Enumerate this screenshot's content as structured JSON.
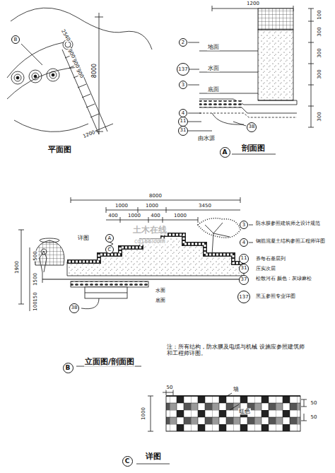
{
  "diagram": {
    "nodes": [
      {
        "text": [
          "B"
        ]
      },
      {
        "text": [
          "2"
        ]
      },
      {
        "text": [
          "137"
        ]
      },
      {
        "text": [
          "3"
        ]
      },
      {
        "text": [
          "4"
        ]
      },
      {
        "text": [
          "11"
        ]
      },
      {
        "text": [
          "31"
        ]
      },
      {
        "text": [
          "38"
        ]
      },
      {
        "text": [
          "A"
        ]
      },
      {
        "text": [
          "A"
        ]
      },
      {
        "text": [
          "C"
        ]
      },
      {
        "text": [
          "38"
        ]
      },
      {
        "text": [
          "3"
        ]
      },
      {
        "text": [
          "4"
        ]
      },
      {
        "text": [
          "11"
        ]
      },
      {
        "text": [
          "31"
        ]
      },
      {
        "text": [
          "37"
        ]
      },
      {
        "text": [
          "137"
        ]
      },
      {
        "text": [
          "B"
        ]
      },
      {
        "text": [
          "C"
        ]
      }
    ],
    "labels": [
      "8000",
      "2540",
      "900",
      "900",
      "900",
      "1200",
      "平面图",
      "1200",
      "100",
      "300",
      "300",
      "300",
      "300",
      "地面",
      "水面",
      "底面",
      "由水源",
      "剖面图",
      "8000",
      "1000",
      "1000",
      "3450",
      "400",
      "1000",
      "400",
      "1000",
      "1900",
      "500",
      "1500",
      "150",
      "100",
      "详图",
      "水面",
      "底面",
      "防水膜参照建筑师之设计规范",
      "钢筋混凝土结构参照工程师详图",
      "券每石基层列",
      "压实次层",
      "松散河石 颜色：灰绿麻松",
      "黑玉参照专业详图",
      "立面图/剖面图",
      "注：所有结构，防水膜及电缆与机械 设施应参照建筑师和工程师详图。",
      "50",
      "墙",
      "红色",
      "1000",
      "50",
      "50",
      "详图",
      "土木在线",
      "co188.com"
    ]
  }
}
